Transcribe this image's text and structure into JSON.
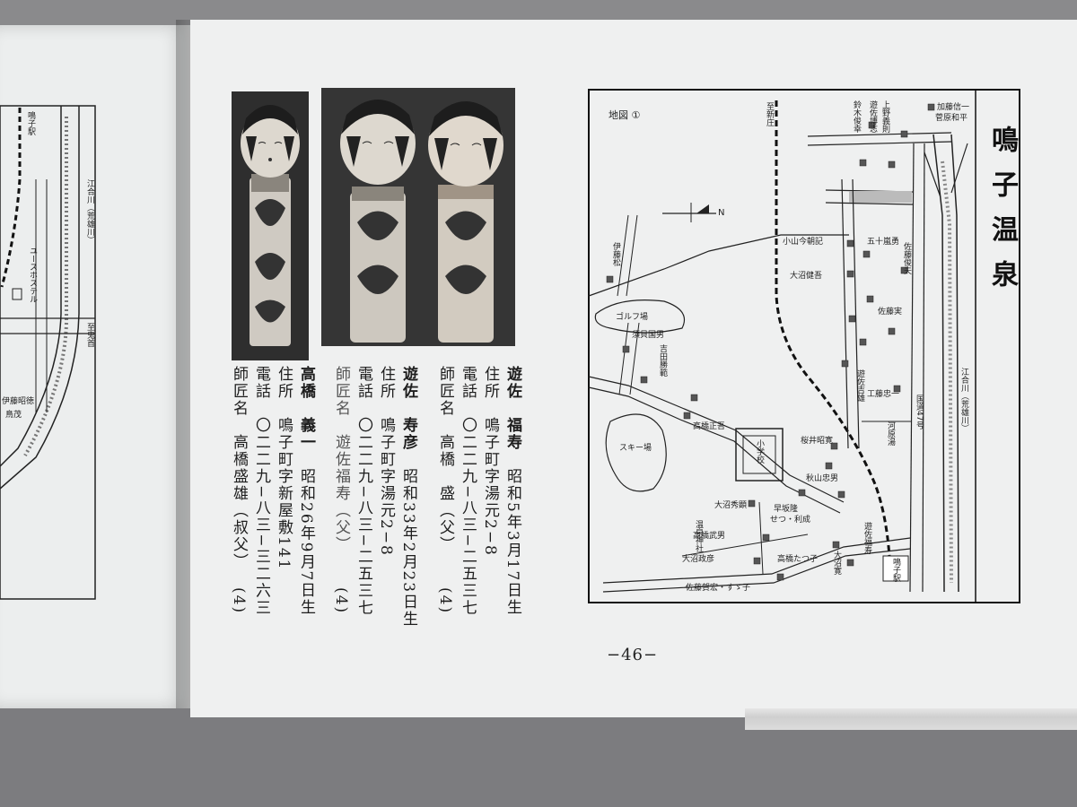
{
  "page_title": "鳴子温泉",
  "page_number": "−46−",
  "map": {
    "label": "地図 ①",
    "north": "N",
    "places": {
      "golf": "ゴルフ場",
      "ski": "スキー場",
      "school": "小学校",
      "station": "鳴子駅",
      "shrine": "温泉神社",
      "river": "江合川（荒雄川）",
      "route": "国道47号",
      "kawara_yu": "河原湯",
      "rikuu": "至新庄"
    },
    "names": {
      "kato": "加藤信一",
      "ueno": "上野義則",
      "suzuki": "鈴木俊幸",
      "sugawara": "菅原和平",
      "yusa_hiroshi": "遊佐博志",
      "koyama": "小山今朝記",
      "go": "五十嵐勇",
      "sato_toshio": "佐藤俊夫",
      "onuma_kenju": "大沼健吾",
      "sato_minoru": "佐藤実",
      "kudo": "工藤忠一",
      "yusa_yoshio": "遊佐吉雄",
      "ito": "伊藤松",
      "suga": "須貝国男",
      "yoshida": "吉田勝範",
      "sakura": "桜井昭寛",
      "akiyama": "秋山忠男",
      "takahashi_masa": "高橋正吾",
      "onuma_hide": "大沼秀顕",
      "takahashi_takeo": "高橋武男",
      "takahashi_tatsuko": "高橋たつ子",
      "sato_kenko": "佐藤賀宏・すゞ子",
      "onuma_kan": "大沼寛",
      "yusa_fukuju": "遊佐福寿",
      "onuma_masashi": "大沼政彦",
      "hayasaka": "早坂隆",
      "setsu": "せつ・利成"
    }
  },
  "entries": [
    {
      "name": "遊佐",
      "given": "福寿",
      "born": "昭和5年3月17日生",
      "address_label": "住所",
      "address": "鳴子町字湯元2−8",
      "phone_label": "電話",
      "phone": "〇二二九−八三−二五三七",
      "master_label": "師匠名",
      "master": "高橋　盛（父）",
      "ref": "(4)"
    },
    {
      "name": "遊佐",
      "given": "寿彦",
      "born": "昭和33年2月23日生",
      "address_label": "住所",
      "address": "鳴子町字湯元2−8",
      "phone_label": "電話",
      "phone": "〇二二九−八三−二五三七",
      "master_label": "師匠名",
      "master": "遊佐福寿（父）",
      "ref": "(4)"
    },
    {
      "name": "高橋",
      "given": "義一",
      "born": "昭和26年9月7日生",
      "address_label": "住所",
      "address": "鳴子町字新屋敷141",
      "phone_label": "電話",
      "phone": "〇二二九−八三−三二六三",
      "master_label": "師匠名",
      "master": "高橋盛雄（叔父）",
      "ref": "(4)"
    }
  ],
  "left_page": {
    "station": "鳴子駅",
    "river": "江合川（荒雄川）",
    "hostel": "ユースホステル",
    "names": "伊藤昭徳",
    "names2": "鳥茂",
    "kyoto": "至鬼首"
  }
}
